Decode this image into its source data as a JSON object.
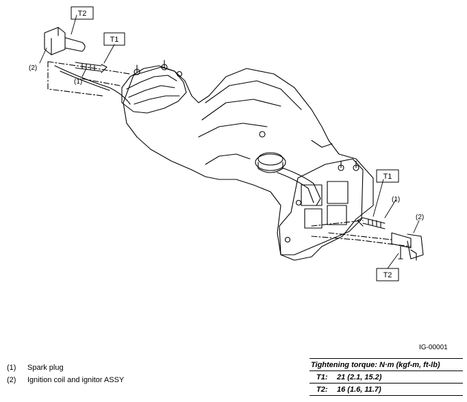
{
  "diagram": {
    "box_labels": {
      "t2_top": "T2",
      "t1_top": "T1",
      "t1_right": "T1",
      "t2_bottom": "T2"
    },
    "callouts": {
      "coil_left": "(2)",
      "plug_left": "(1)",
      "plug_right": "(1)",
      "coil_right": "(2)"
    },
    "figure_id": "IG-00001"
  },
  "legend": [
    {
      "num": "(1)",
      "text": "Spark plug"
    },
    {
      "num": "(2)",
      "text": "Ignition coil and ignitor ASSY"
    }
  ],
  "torque": {
    "heading": "Tightening torque: N·m (kgf-m, ft-lb)",
    "rows": [
      {
        "key": "T1:",
        "value": "21 (2.1, 15.2)"
      },
      {
        "key": "T2:",
        "value": "16 (1.6, 11.7)"
      }
    ]
  }
}
